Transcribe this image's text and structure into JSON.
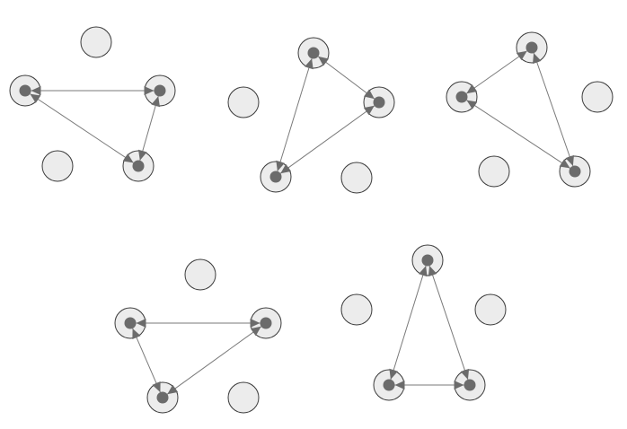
{
  "colors": {
    "background": "#ffffff",
    "node_fill": "#ececec",
    "node_stroke": "#3a3a3a",
    "dot_fill": "#6b6b6b",
    "edge_stroke": "#7a7a7a"
  },
  "graphs": [
    {
      "name": "graph-1",
      "nodes": [
        {
          "id": "a",
          "active": false
        },
        {
          "id": "b",
          "active": true
        },
        {
          "id": "c",
          "active": true
        },
        {
          "id": "d",
          "active": false
        },
        {
          "id": "e",
          "active": true
        }
      ],
      "edges": [
        {
          "from": "b",
          "to": "c",
          "both": true
        },
        {
          "from": "b",
          "to": "e",
          "both": true
        },
        {
          "from": "c",
          "to": "e",
          "both": true
        }
      ]
    },
    {
      "name": "graph-2",
      "nodes": [
        {
          "id": "a",
          "active": true
        },
        {
          "id": "b",
          "active": false
        },
        {
          "id": "c",
          "active": true
        },
        {
          "id": "d",
          "active": true
        },
        {
          "id": "e",
          "active": false
        }
      ],
      "edges": [
        {
          "from": "a",
          "to": "c",
          "both": true
        },
        {
          "from": "a",
          "to": "d",
          "both": true
        },
        {
          "from": "c",
          "to": "d",
          "both": true
        }
      ]
    },
    {
      "name": "graph-3",
      "nodes": [
        {
          "id": "a",
          "active": true
        },
        {
          "id": "b",
          "active": true
        },
        {
          "id": "c",
          "active": false
        },
        {
          "id": "d",
          "active": false
        },
        {
          "id": "e",
          "active": true
        }
      ],
      "edges": [
        {
          "from": "a",
          "to": "b",
          "both": true
        },
        {
          "from": "a",
          "to": "e",
          "both": true
        },
        {
          "from": "b",
          "to": "e",
          "both": true
        }
      ]
    },
    {
      "name": "graph-4",
      "nodes": [
        {
          "id": "a",
          "active": false
        },
        {
          "id": "b",
          "active": true
        },
        {
          "id": "c",
          "active": true
        },
        {
          "id": "d",
          "active": true
        },
        {
          "id": "e",
          "active": false
        }
      ],
      "edges": [
        {
          "from": "b",
          "to": "c",
          "both": true
        },
        {
          "from": "b",
          "to": "d",
          "both": true
        },
        {
          "from": "c",
          "to": "d",
          "both": true
        }
      ]
    },
    {
      "name": "graph-5",
      "nodes": [
        {
          "id": "a",
          "active": true
        },
        {
          "id": "b",
          "active": false
        },
        {
          "id": "c",
          "active": false
        },
        {
          "id": "d",
          "active": true
        },
        {
          "id": "e",
          "active": true
        }
      ],
      "edges": [
        {
          "from": "a",
          "to": "d",
          "both": true
        },
        {
          "from": "a",
          "to": "e",
          "both": true
        },
        {
          "from": "d",
          "to": "e",
          "both": true
        }
      ]
    }
  ]
}
